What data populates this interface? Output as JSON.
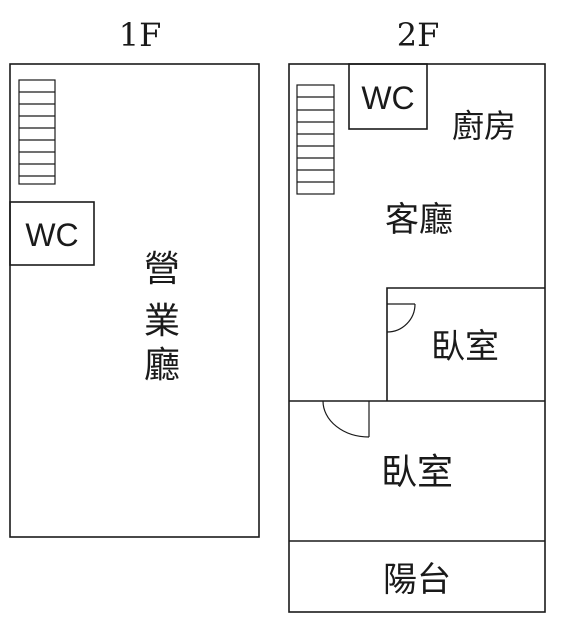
{
  "floor1": {
    "label": "1F",
    "wc": "WC",
    "hall": [
      "營",
      "業",
      "廳"
    ]
  },
  "floor2": {
    "label": "2F",
    "wc": "WC",
    "kitchen": "廚房",
    "living_room": "客廳",
    "bedroom_small": "臥室",
    "bedroom_large": "臥室",
    "balcony": "陽台"
  }
}
